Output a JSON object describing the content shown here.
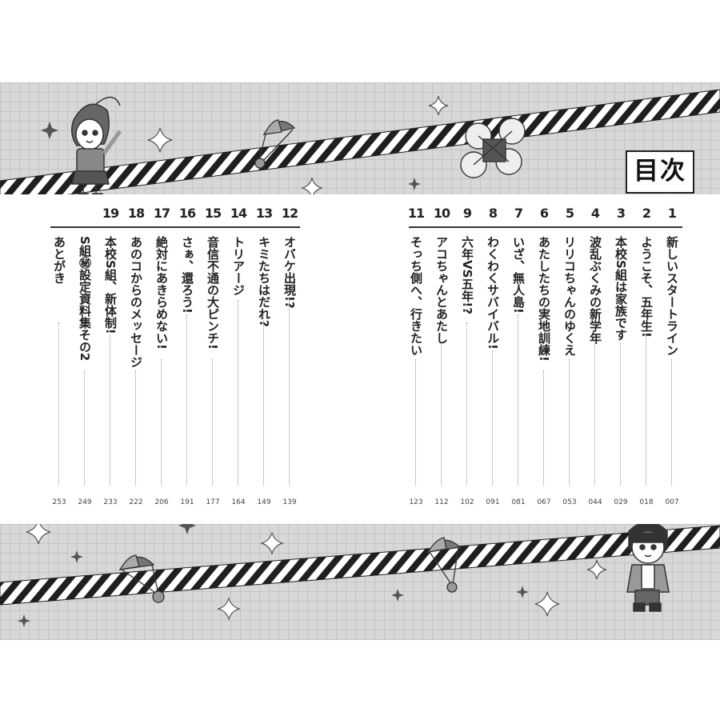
{
  "header": {
    "title": "目次"
  },
  "toc": [
    {
      "number": "1",
      "title": "新しいスタートライン",
      "page": "007"
    },
    {
      "number": "2",
      "title": "ようこそ、五年生!",
      "page": "018"
    },
    {
      "number": "3",
      "title": "本校S組は家族です",
      "page": "029"
    },
    {
      "number": "4",
      "title": "波乱ぶくみの新学年",
      "page": "044"
    },
    {
      "number": "5",
      "title": "リリコちゃんのゆくえ",
      "page": "053"
    },
    {
      "number": "6",
      "title": "あたしたちの実地訓練!",
      "page": "067"
    },
    {
      "number": "7",
      "title": "いざ、無人島!",
      "page": "081"
    },
    {
      "number": "8",
      "title": "わくわくサバイバル!",
      "page": "091"
    },
    {
      "number": "9",
      "title": "六年VS五年!?",
      "page": "102"
    },
    {
      "number": "10",
      "title": "アコちゃんとあたし",
      "page": "112"
    },
    {
      "number": "11",
      "title": "そっち側へ、行きたい",
      "page": "123"
    },
    {
      "number": "12",
      "title": "オバケ出現!?",
      "page": "139"
    },
    {
      "number": "13",
      "title": "キミたちはだれ?",
      "page": "149"
    },
    {
      "number": "14",
      "title": "トリアージ",
      "page": "164"
    },
    {
      "number": "15",
      "title": "音信不通の大ピンチ!",
      "page": "177"
    },
    {
      "number": "16",
      "title": "さぁ、還ろう!",
      "page": "191"
    },
    {
      "number": "17",
      "title": "絶対にあきらめない!",
      "page": "206"
    },
    {
      "number": "18",
      "title": "あのコからのメッセージ",
      "page": "222"
    },
    {
      "number": "19",
      "title": "本校S組、新体制!",
      "page": "233"
    },
    {
      "number": "",
      "title": "S組㊙設定資料集その2",
      "page": "249"
    },
    {
      "number": "",
      "title": "あとがき",
      "page": "253"
    }
  ],
  "decoration": {
    "stripe_dark": "#1f1f1f",
    "stripe_light": "#ffffff",
    "grid_bg": "#d8d8d8"
  },
  "icons": [
    "sparkle-icon",
    "parachute-icon",
    "drone-icon",
    "girl-character-illustration",
    "boy-character-illustration"
  ]
}
